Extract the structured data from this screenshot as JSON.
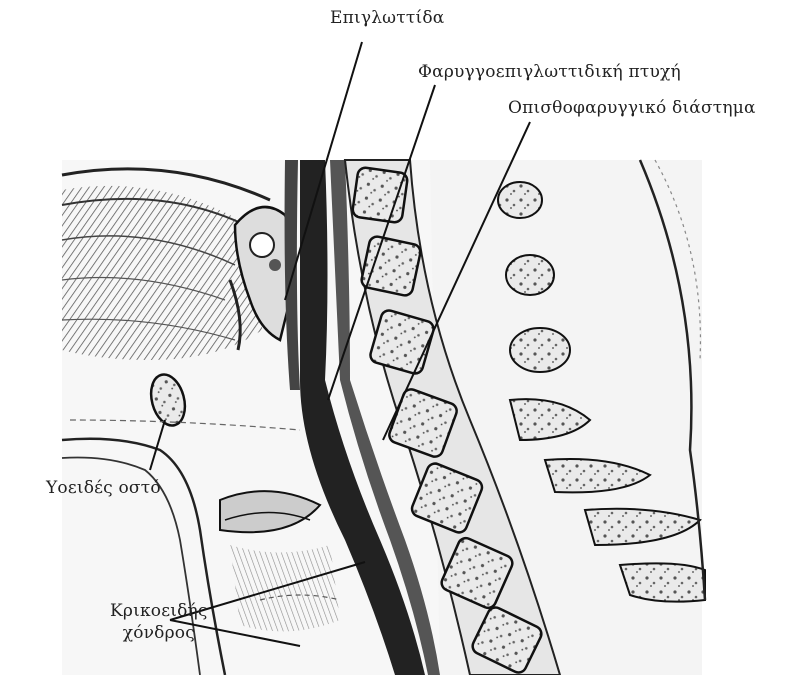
{
  "labels": {
    "epiglottis": "Επιγλωττίδα",
    "pharyngoepiglottic_fold": "Φαρυγγοεπιγλωττιδική πτυχή",
    "retropharyngeal_space": "Οπισθοφαρυγγικό διάστημα",
    "hyoid_bone": "Υοειδές οστό",
    "cricoid_cartilage_line1": "Κρικοειδής",
    "cricoid_cartilage_line2": "χόνδρος"
  }
}
